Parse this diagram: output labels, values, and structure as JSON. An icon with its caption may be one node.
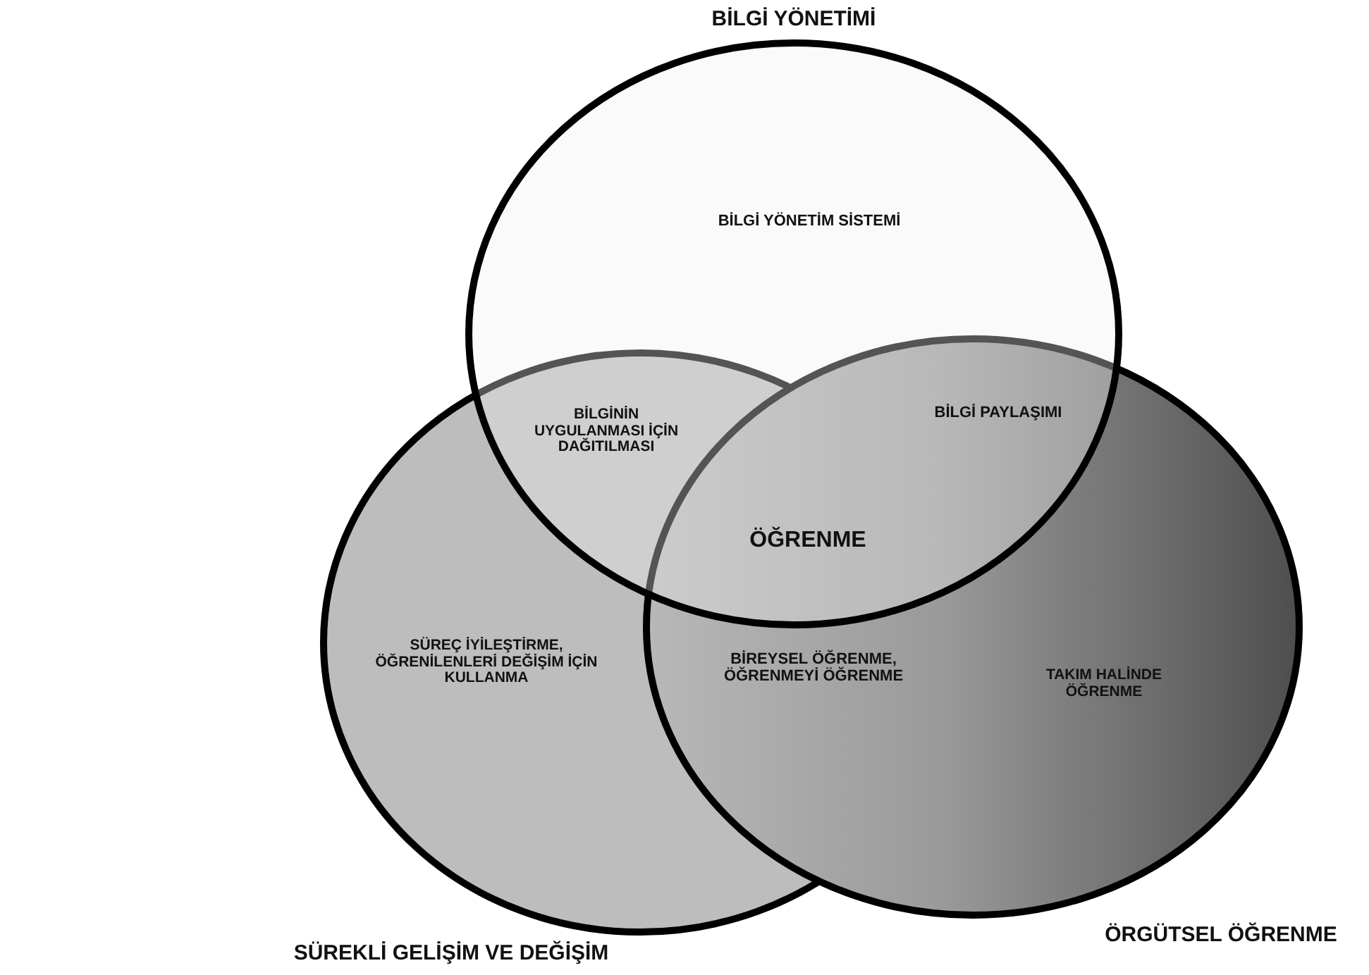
{
  "diagram": {
    "nodes": [
      {
        "text": [
          "BİLGİ YÖNETİMİ",
          "BİLGİ YÖNETİM SİSTEMİ"
        ]
      },
      {
        "text": [
          "SÜREÇ İYİLEŞTİRME, ÖĞRENİLENLERİ DEĞİŞİM İÇİN KULLANMA",
          "SÜREKLİ GELİŞİM VE DEĞİŞİM"
        ]
      },
      {
        "text": [
          "TAKIM HALİNDE ÖĞRENME",
          "ÖRGÜTSEL ÖĞRENME"
        ]
      }
    ],
    "labels": [
      "BİLGİNİN UYGULANMASI İÇİN DAĞITILMASI",
      "BİLGİ PAYLAŞIMI",
      "ÖĞRENME",
      "BİREYSEL ÖĞRENME, ÖĞRENMEYİ ÖĞRENME"
    ]
  }
}
